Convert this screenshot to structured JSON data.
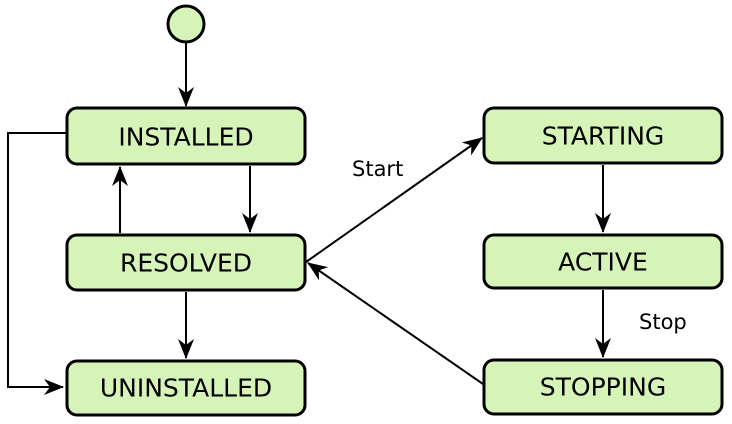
{
  "colors": {
    "state_fill": "#d6f4b8",
    "stroke": "#000000",
    "background": "#ffffff"
  },
  "states": {
    "installed": "INSTALLED",
    "resolved": "RESOLVED",
    "uninstalled": "UNINSTALLED",
    "starting": "STARTING",
    "active": "ACTIVE",
    "stopping": "STOPPING"
  },
  "transitions": {
    "start_label": "Start",
    "stop_label": "Stop"
  }
}
